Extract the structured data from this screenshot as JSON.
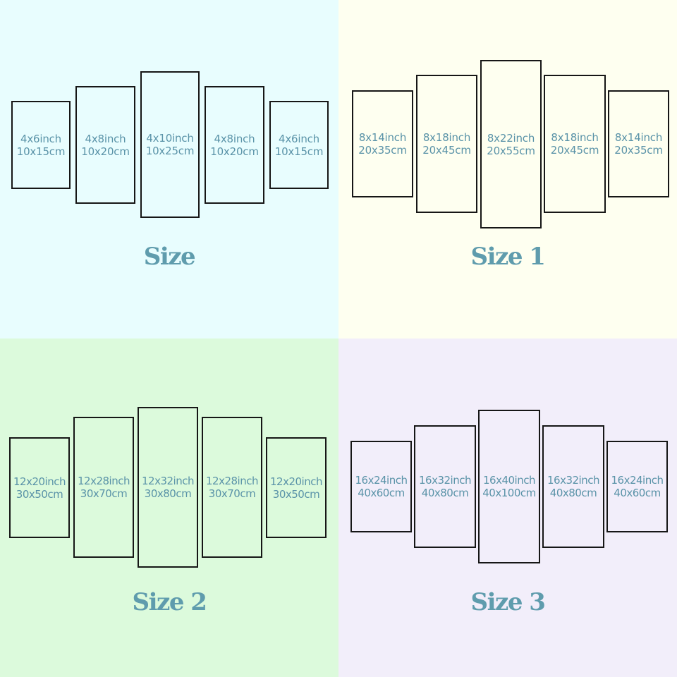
{
  "quadrants": [
    {
      "title": "Size",
      "background": "#e8fdfe",
      "panels": [
        {
          "inch": "4x6inch",
          "cm": "10x15cm"
        },
        {
          "inch": "4x8inch",
          "cm": "10x20cm"
        },
        {
          "inch": "4x10inch",
          "cm": "10x25cm"
        },
        {
          "inch": "4x8inch",
          "cm": "10x20cm"
        },
        {
          "inch": "4x6inch",
          "cm": "10x15cm"
        }
      ]
    },
    {
      "title": "Size 1",
      "background": "#fefff0",
      "panels": [
        {
          "inch": "8x14inch",
          "cm": "20x35cm"
        },
        {
          "inch": "8x18inch",
          "cm": "20x45cm"
        },
        {
          "inch": "8x22inch",
          "cm": "20x55cm"
        },
        {
          "inch": "8x18inch",
          "cm": "20x45cm"
        },
        {
          "inch": "8x14inch",
          "cm": "20x35cm"
        }
      ]
    },
    {
      "title": "Size 2",
      "background": "#dcfadc",
      "panels": [
        {
          "inch": "12x20inch",
          "cm": "30x50cm"
        },
        {
          "inch": "12x28inch",
          "cm": "30x70cm"
        },
        {
          "inch": "12x32inch",
          "cm": "30x80cm"
        },
        {
          "inch": "12x28inch",
          "cm": "30x70cm"
        },
        {
          "inch": "12x20inch",
          "cm": "30x50cm"
        }
      ]
    },
    {
      "title": "Size 3",
      "background": "#f2eefa",
      "panels": [
        {
          "inch": "16x24inch",
          "cm": "40x60cm"
        },
        {
          "inch": "16x32inch",
          "cm": "40x80cm"
        },
        {
          "inch": "16x40inch",
          "cm": "40x100cm"
        },
        {
          "inch": "16x32inch",
          "cm": "40x80cm"
        },
        {
          "inch": "16x24inch",
          "cm": "40x60cm"
        }
      ]
    }
  ],
  "colors": {
    "label_text": "#5a93a8",
    "title_text": "#5f9cad",
    "panel_border": "#161616"
  }
}
